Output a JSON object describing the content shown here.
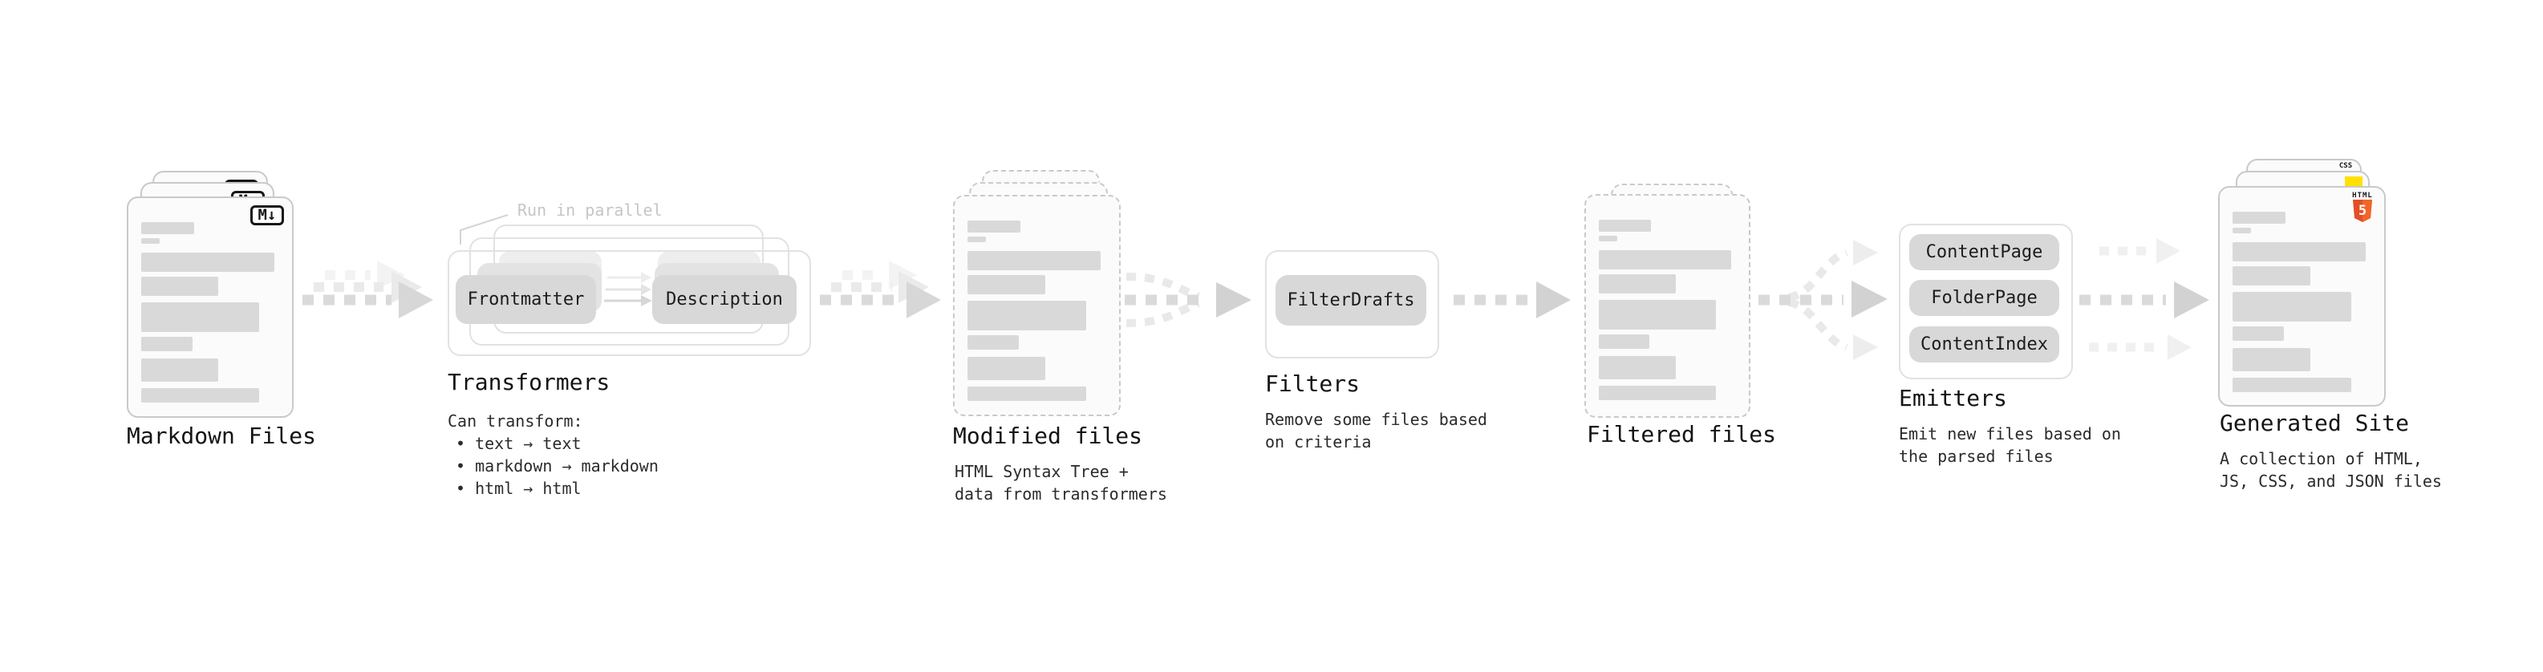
{
  "stages": {
    "markdown": {
      "label": "Markdown Files"
    },
    "transformers": {
      "note": "Run in parallel",
      "input_pill": "Frontmatter",
      "output_pill": "Description",
      "heading": "Transformers",
      "description_intro": "Can transform:",
      "bullets": [
        "• text → text",
        "• markdown → markdown",
        "• html → html"
      ]
    },
    "modified": {
      "label": "Modified files",
      "sub": [
        "HTML Syntax Tree +",
        "data from transformers"
      ]
    },
    "filters": {
      "pill": "FilterDrafts",
      "label": "Filters",
      "sub": [
        "Remove some files based",
        "on criteria"
      ]
    },
    "filtered": {
      "label": "Filtered files"
    },
    "emitters": {
      "pills": [
        "ContentPage",
        "FolderPage",
        "ContentIndex"
      ],
      "label": "Emitters",
      "sub": [
        "Emit new files based on",
        "the parsed files"
      ]
    },
    "generated": {
      "label": "Generated Site",
      "sub": [
        "A collection of HTML,",
        "JS, CSS, and JSON files"
      ]
    }
  },
  "icons": {
    "markdown_badge": "M↓",
    "html5_label": "HTML",
    "html5_digit": "5",
    "css_label": "CSS"
  },
  "colors": {
    "html5_orange": "#e44d26",
    "js_yellow": "#ffe000",
    "css_blue": "#2965f1",
    "placeholder_gray": "#d9d9d9",
    "arrow_gray": "#dadada"
  }
}
